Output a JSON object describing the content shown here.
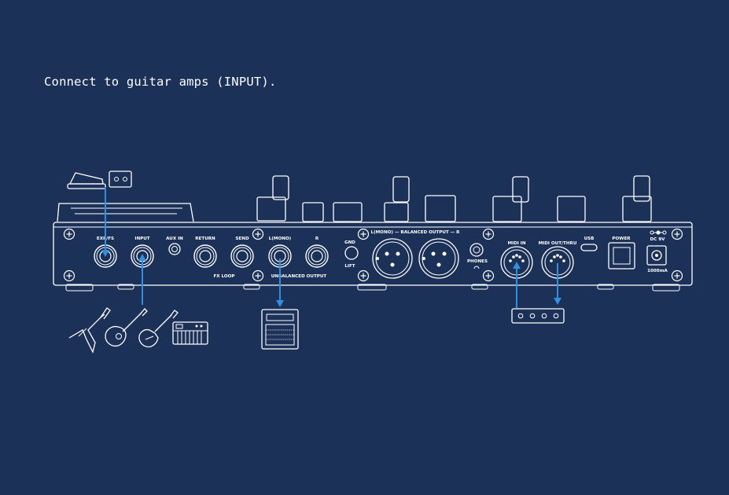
{
  "caption": "Connect to guitar amps (INPUT).",
  "jacks": {
    "exp_fs": "EXP/FS",
    "input": "INPUT",
    "aux_in": "AUX IN",
    "return": "RETURN",
    "send": "SEND",
    "fx_loop": "FX LOOP",
    "l_mono": "L(MONO)",
    "r": "R",
    "unbalanced_output": "UNBALANCED OUTPUT",
    "gnd": "GND",
    "lift": "LIFT",
    "balanced_output": "L(MONO) — BALANCED OUTPUT — R",
    "phones": "PHONES",
    "midi_in": "MIDI IN",
    "midi_out_thru": "MIDI OUT/THRU",
    "usb": "USB",
    "power": "POWER",
    "dc": "DC 9V",
    "current": "1000mA"
  },
  "colors": {
    "background": "#1c3158",
    "line": "#ffffff",
    "arrow": "#2f8fe0"
  },
  "icons": [
    "expression-pedal-icon",
    "footswitch-icon",
    "electric-guitar-icon",
    "acoustic-guitar-icon",
    "keyboard-icon",
    "amplifier-icon",
    "midi-controller-icon"
  ]
}
